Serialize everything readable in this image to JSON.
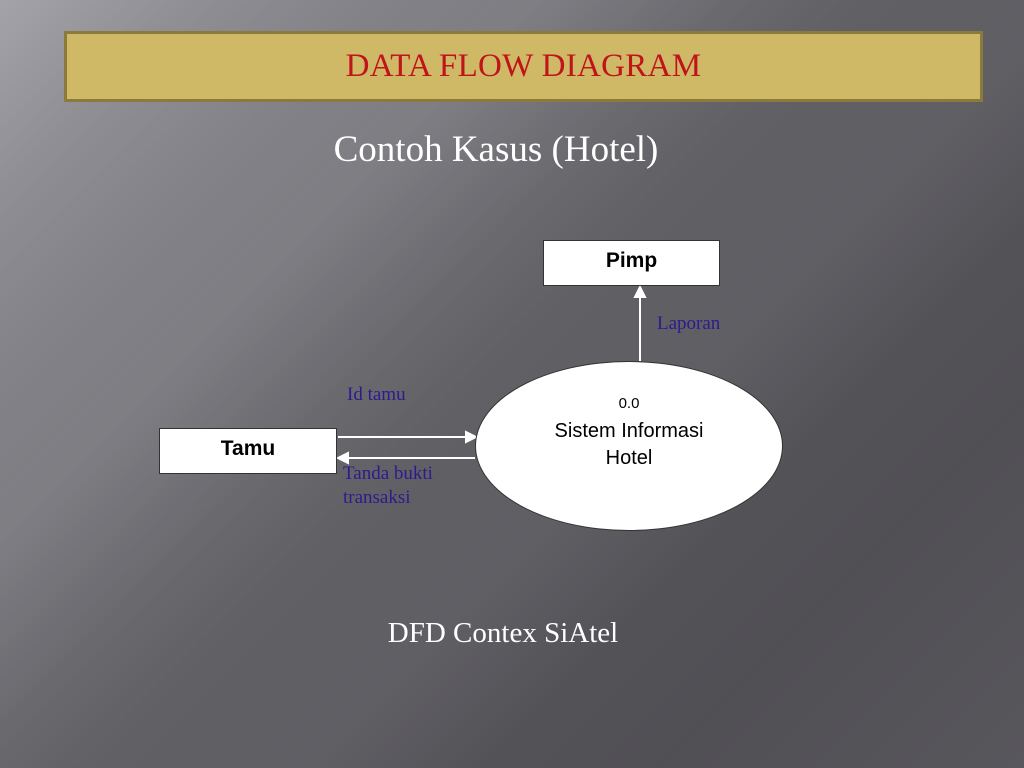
{
  "slide": {
    "title": "DATA FLOW DIAGRAM",
    "subtitle": "Contoh Kasus (Hotel)",
    "caption": "DFD Contex SiAtel"
  },
  "diagram": {
    "entities": [
      {
        "id": "pimp",
        "label": "Pimp"
      },
      {
        "id": "tamu",
        "label": "Tamu"
      }
    ],
    "process": {
      "number": "0.0",
      "name_line1": "Sistem Informasi",
      "name_line2": "Hotel"
    },
    "flows": [
      {
        "from": "process",
        "to": "pimp",
        "label": "Laporan"
      },
      {
        "from": "tamu",
        "to": "process",
        "label": "Id tamu"
      },
      {
        "from": "process",
        "to": "tamu",
        "label_line1": "Tanda bukti",
        "label_line2": "transaksi"
      }
    ]
  },
  "colors": {
    "title_bar": "#cfb866",
    "title_text": "#c0141b",
    "flow_label": "#2c1b8f"
  }
}
